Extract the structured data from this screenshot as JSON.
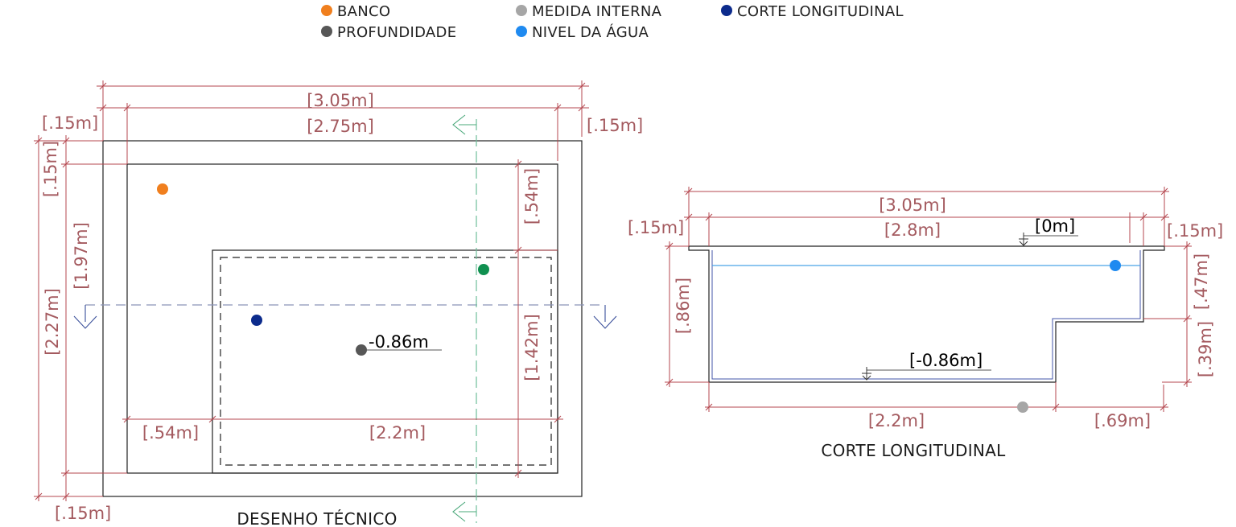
{
  "legend": [
    {
      "label": "BANCO",
      "color": "#f07f1e"
    },
    {
      "label": "MEDIDA INTERNA",
      "color": "#a6a6a6"
    },
    {
      "label": "CORTE LONGITUDINAL",
      "color": "#0c2b8c"
    },
    {
      "label": "PROFUNDIDADE",
      "color": "#575757"
    },
    {
      "label": "NIVEL DA ÁGUA",
      "color": "#1f8af0"
    }
  ],
  "plan": {
    "caption": "DESENHO TÉCNICO",
    "width_total": "[3.05m]",
    "width_inner": "[2.75m]",
    "border_left": "[.15m]",
    "border_right": "[.15m]",
    "border_top": "[.15m]",
    "border_bottom": "[.15m]",
    "height_total": "[2.27m]",
    "height_inner": "[1.97m]",
    "bench_depth": "[.54m]",
    "deep_length": "[1.42m]",
    "bench_width": "[.54m]",
    "deep_width": "[2.2m]",
    "depth_label": "-0.86m",
    "marker_colors": {
      "bench": "#f07f1e",
      "section": "#0c2b8c",
      "depth": "#575757",
      "cut": "#109050"
    }
  },
  "section": {
    "caption": "CORTE LONGITUDINAL",
    "width_total": "[3.05m]",
    "width_inner": "[2.8m]",
    "border_left": "[.15m]",
    "border_right": "[.15m]",
    "level_top": "[0m]",
    "level_bottom": "[-0.86m]",
    "depth_total": "[.86m]",
    "step_top": "[.47m]",
    "step_bottom": "[.39m]",
    "floor_length": "[2.2m]",
    "step_length": "[.69m]",
    "marker_colors": {
      "water": "#1f8af0",
      "internal": "#a6a6a6"
    }
  }
}
